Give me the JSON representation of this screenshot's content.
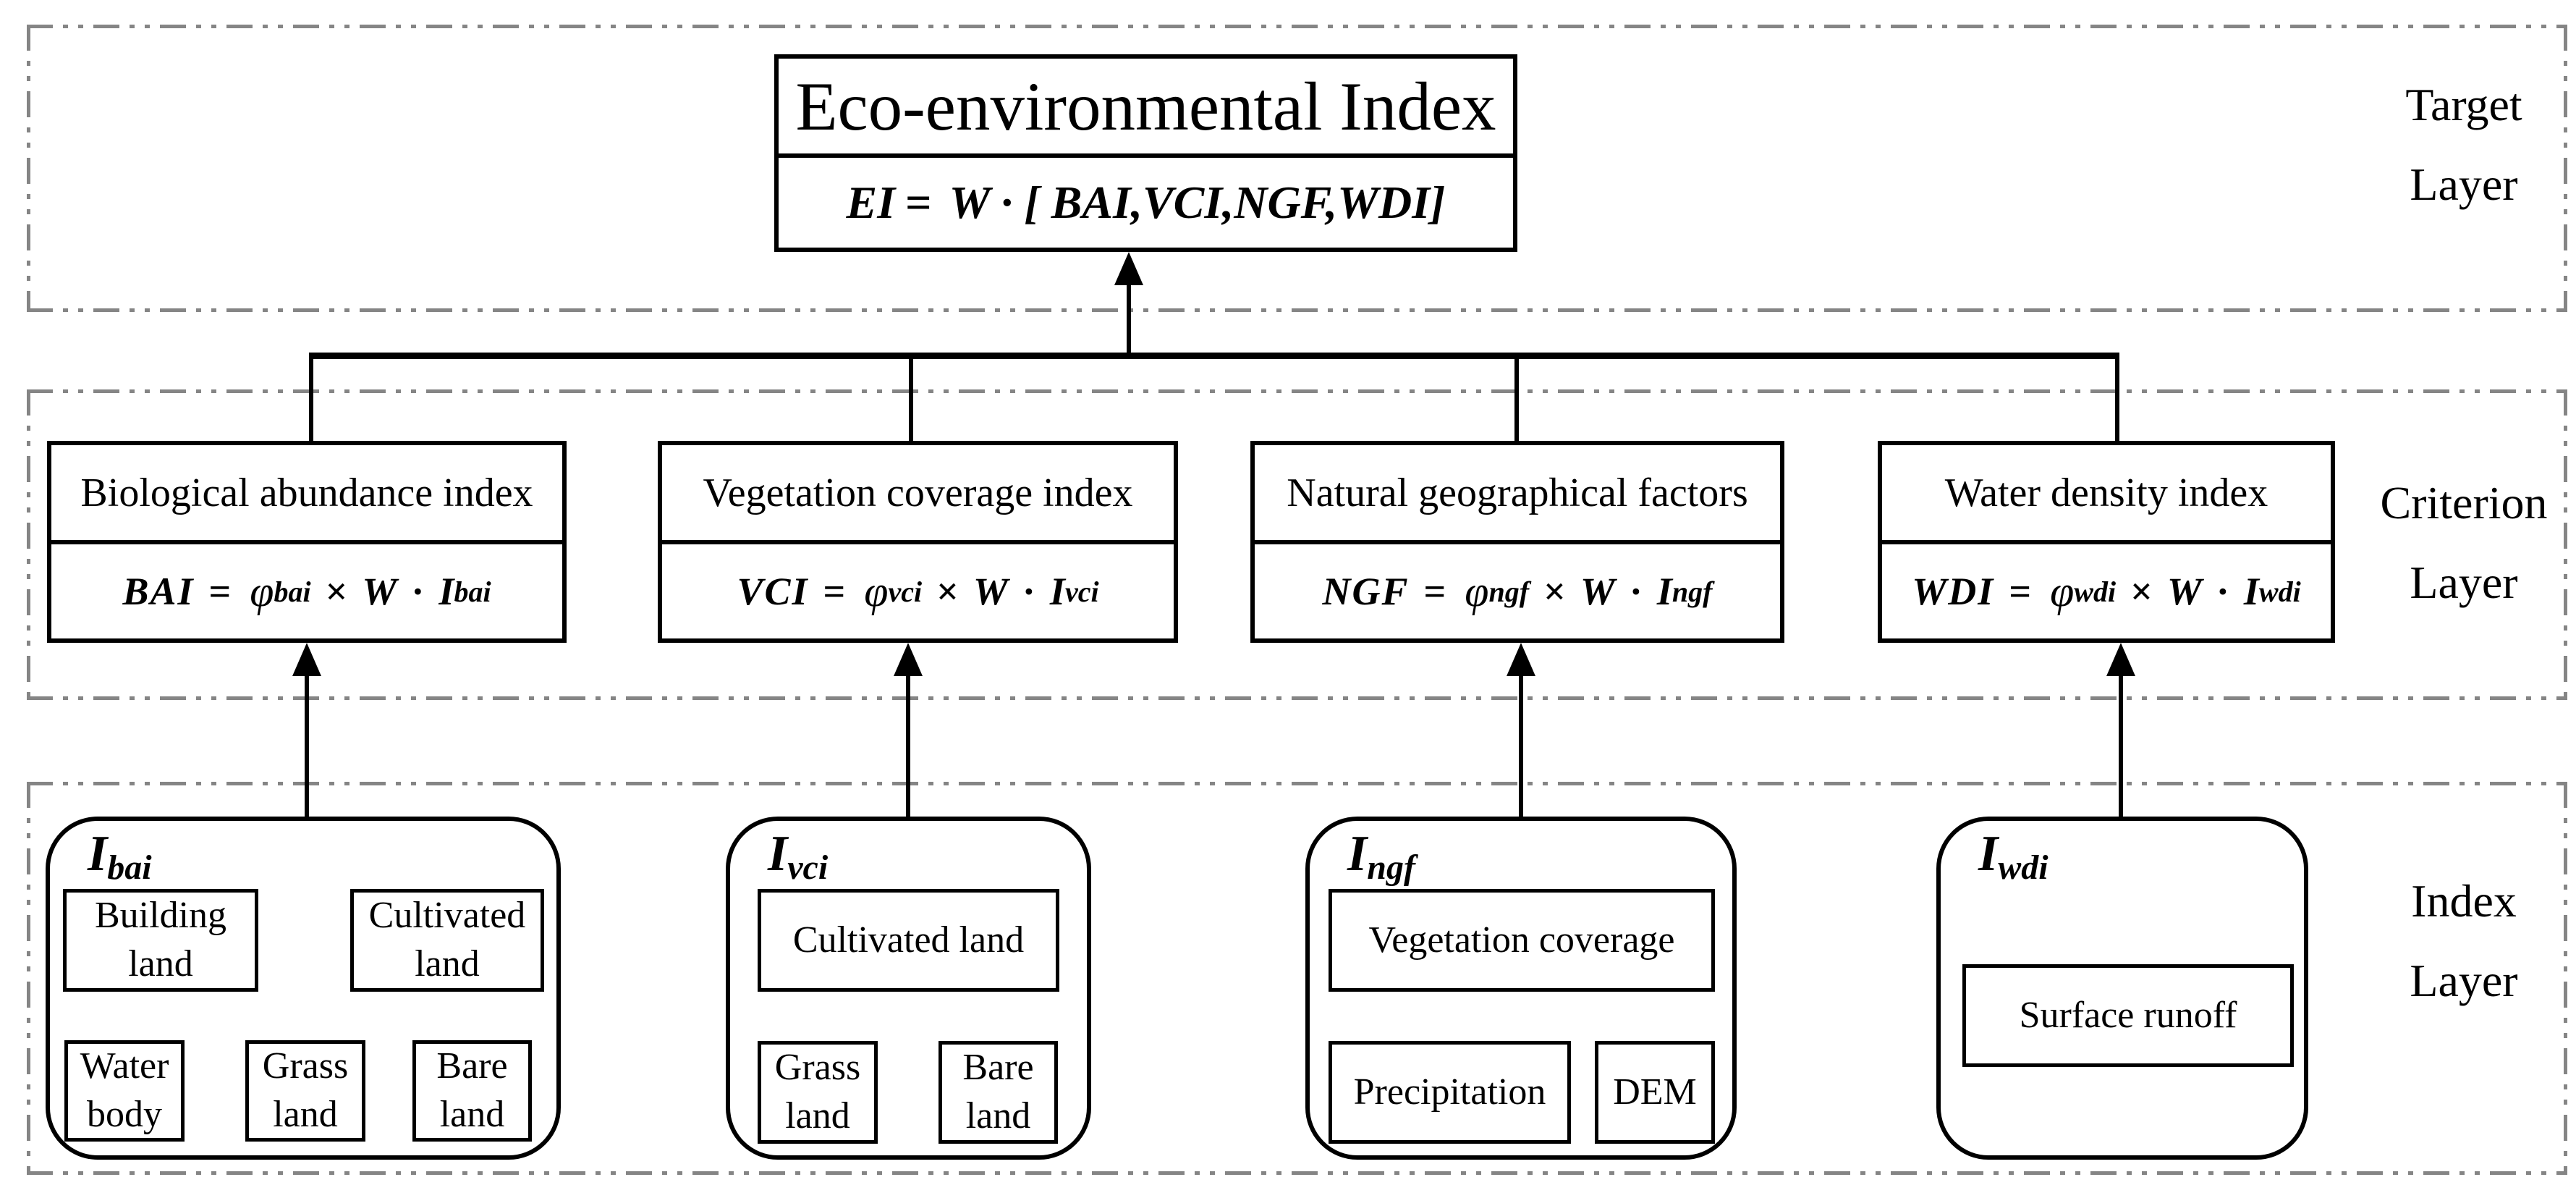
{
  "diagram": {
    "layer_labels": [
      {
        "line1": "Target",
        "line2": "Layer"
      },
      {
        "line1": "Criterion",
        "line2": "Layer"
      },
      {
        "line1": "Index",
        "line2": "Layer"
      }
    ],
    "target_box": {
      "title": "Eco-environmental Index",
      "formula_lhs": "EI",
      "formula_eq": "=",
      "formula_rhs": "W · [ BAI,VCI,NGF,WDI]"
    },
    "symbols": {
      "eq": "=",
      "phi": "φ",
      "times": "×",
      "weight": "W",
      "dot": "·",
      "index_symbol": "I"
    },
    "criterion_boxes": [
      {
        "title": "Biological abundance index",
        "lhs": "BAI",
        "sub": "bai"
      },
      {
        "title": "Vegetation coverage index",
        "lhs": "VCI",
        "sub": "vci"
      },
      {
        "title": "Natural geographical factors",
        "lhs": "NGF",
        "sub": "ngf"
      },
      {
        "title": "Water density index",
        "lhs": "WDI",
        "sub": "wdi"
      }
    ],
    "index_boxes": [
      {
        "symbol": "I",
        "sub": "bai",
        "items": [
          "Building land",
          "Cultivated land",
          "Water body",
          "Grass land",
          "Bare land"
        ]
      },
      {
        "symbol": "I",
        "sub": "vci",
        "items": [
          "Cultivated land",
          "Grass land",
          "Bare land"
        ]
      },
      {
        "symbol": "I",
        "sub": "ngf",
        "items": [
          "Vegetation coverage",
          "Precipitation",
          "DEM"
        ]
      },
      {
        "symbol": "I",
        "sub": "wdi",
        "items": [
          "Surface runoff"
        ]
      }
    ]
  }
}
